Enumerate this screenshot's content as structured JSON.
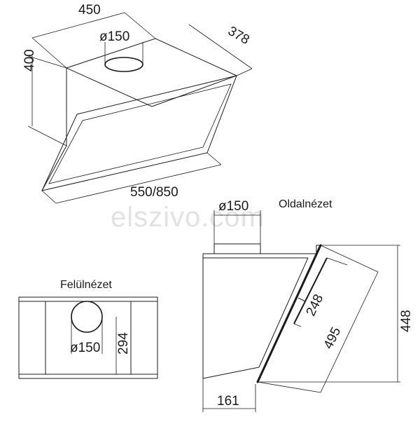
{
  "watermark": "elszivo.com",
  "iso_view": {
    "dim_width": "450",
    "dim_depth": "378",
    "dim_height": "400",
    "dim_duct": "ø150",
    "dim_chimney_height": "550/850"
  },
  "top_view": {
    "caption": "Felülnézet",
    "dim_duct": "ø150",
    "dim_depth": "294"
  },
  "side_view": {
    "caption": "Oldalnézet",
    "dim_duct": "ø150",
    "dim_panel_inner": "248",
    "dim_panel_outer": "495",
    "dim_total_height": "448",
    "dim_bottom_depth": "161"
  }
}
